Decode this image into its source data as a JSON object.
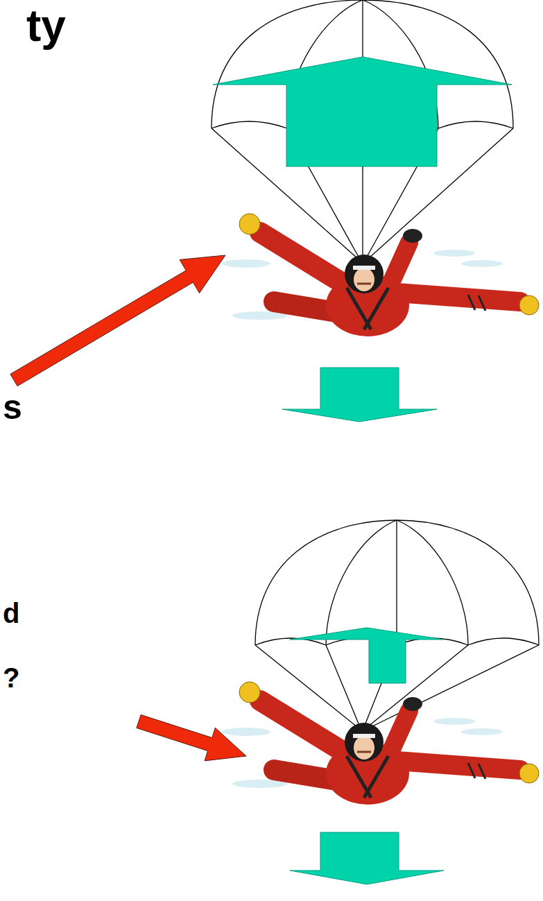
{
  "diagram": {
    "labels": [
      "ty",
      "s",
      "d",
      "?"
    ]
  }
}
